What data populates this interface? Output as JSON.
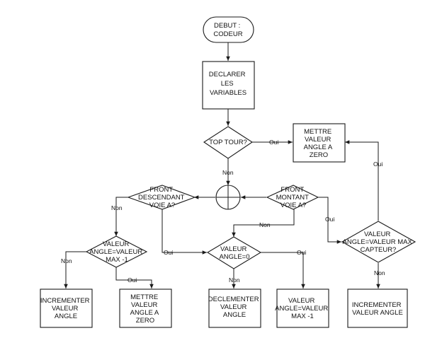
{
  "accent_color": "#1a1a1a",
  "nodes": {
    "start": [
      "DEBUT :",
      "CODEUR"
    ],
    "declare": [
      "DECLARER",
      "LES",
      "VARIABLES"
    ],
    "top_tour": [
      "TOP TOUR?"
    ],
    "set_zero_top": [
      "METTRE",
      "VALEUR",
      "ANGLE A",
      "ZERO"
    ],
    "front_down": [
      "FRONT",
      "DESCENDANT",
      "VOIE A?"
    ],
    "front_up": [
      "FRONT",
      "MONTANT",
      "VOIE A?"
    ],
    "angle_max_check": [
      "VALEUR",
      "ANGLE=VALEUR",
      "MAX -1"
    ],
    "angle_zero_check": [
      "VALEUR",
      "ANGLE=0"
    ],
    "angle_capteur_check": [
      "VALEUR",
      "ANGLE=VALEUR MAX",
      "CAPTEUR?"
    ],
    "increment_left": [
      "INCREMENTER",
      "VALEUR",
      "ANGLE"
    ],
    "set_zero_bottom": [
      "METTRE",
      "VALEUR",
      "ANGLE A",
      "ZERO"
    ],
    "decrement": [
      "DECLEMENTER",
      "VALEUR",
      "ANGLE"
    ],
    "set_max": [
      "VALEUR",
      "ANGLE=VALEUR",
      "MAX -1"
    ],
    "increment_right": [
      "INCREMENTER",
      "VALEUR ANGLE"
    ]
  },
  "edge_labels": {
    "top_tour_oui": "Oui",
    "top_tour_non": "Non",
    "front_down_non": "Non",
    "front_up_non": "Non",
    "front_up_oui": "Oui",
    "front_down_oui": "Oui",
    "angle_max_non": "Non",
    "angle_max_oui": "Oui",
    "angle_zero_non": "Non",
    "angle_zero_oui": "Oui",
    "angle_capteur_oui": "Oui",
    "angle_capteur_non": "Non"
  }
}
